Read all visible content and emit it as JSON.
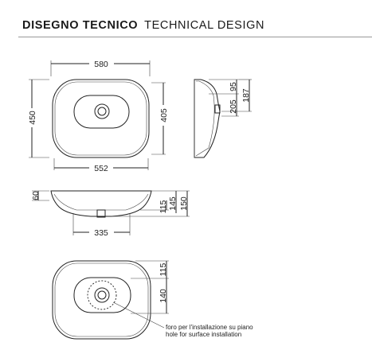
{
  "header": {
    "title_it": "DISEGNO TECNICO",
    "title_en": "TECHNICAL DESIGN"
  },
  "top_view": {
    "width_outer": "580",
    "height_outer": "450",
    "height_inner": "405",
    "width_base": "552"
  },
  "side_view": {
    "dim_95": "95",
    "dim_187": "187",
    "dim_205": "205"
  },
  "front_view": {
    "dim_60": "60",
    "dim_115": "115",
    "dim_145": "145",
    "dim_150": "150",
    "dim_335": "335"
  },
  "install_view": {
    "dim_115": "115",
    "dim_140": "140",
    "note_it": "foro per l'installazione su piano",
    "note_en": "hole for surface installation"
  }
}
